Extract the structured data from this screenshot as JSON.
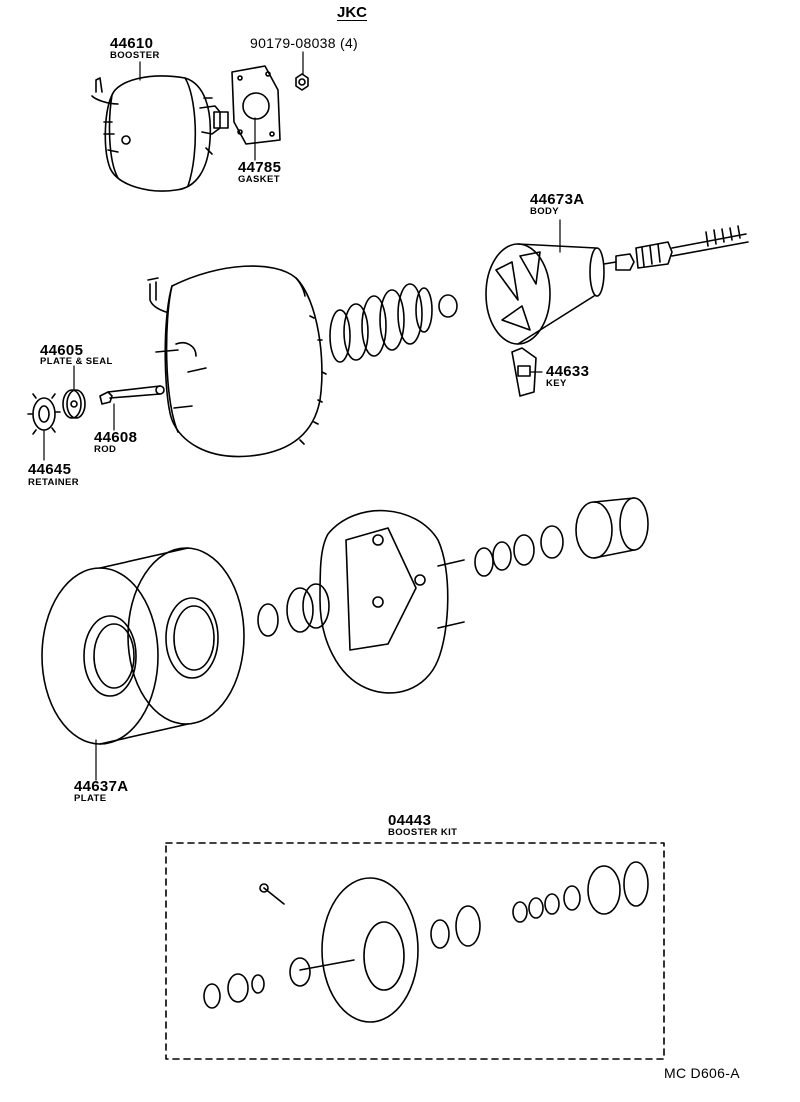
{
  "header": {
    "model": "JKC"
  },
  "parts": {
    "booster": {
      "number": "44610",
      "name": "BOOSTER"
    },
    "nut": {
      "number": "90179-08038 (4)"
    },
    "gasket": {
      "number": "44785",
      "name": "GASKET"
    },
    "body": {
      "number": "44673A",
      "name": "BODY"
    },
    "key": {
      "number": "44633",
      "name": "KEY"
    },
    "plate_seal": {
      "number": "44605",
      "name": "PLATE & SEAL"
    },
    "rod": {
      "number": "44608",
      "name": "ROD"
    },
    "retainer": {
      "number": "44645",
      "name": "RETAINER"
    },
    "plate": {
      "number": "44637A",
      "name": "PLATE"
    },
    "kit": {
      "number": "04443",
      "name": "BOOSTER KIT"
    }
  },
  "footer": {
    "code": "MC D606-A"
  },
  "colors": {
    "ink": "#000000",
    "paper": "#ffffff"
  }
}
